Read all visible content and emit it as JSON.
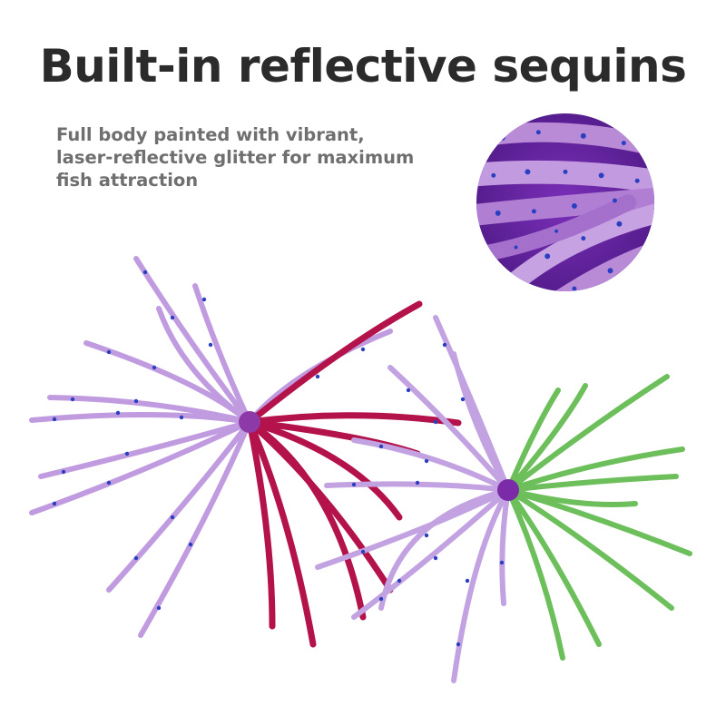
{
  "headline": "Built-in reflective sequins",
  "description_lines": [
    "Full body painted with vibrant,",
    "laser-reflective glitter for maximum",
    "fish attraction"
  ],
  "colors": {
    "headline": "#2b2b2b",
    "description": "#6f6f6f",
    "purple_strand": "#b98ad6",
    "purple_strand_dark": "#8d4fc2",
    "red_strand": "#b3124a",
    "green_strand": "#6cbf5a",
    "sequin_blue": "#2a3fbf"
  },
  "image_subjects": {
    "zoom_inset": "purple-strand-closeup",
    "left_skirt": "purple-red-silicone-skirt",
    "right_skirt": "purple-green-silicone-skirt"
  }
}
